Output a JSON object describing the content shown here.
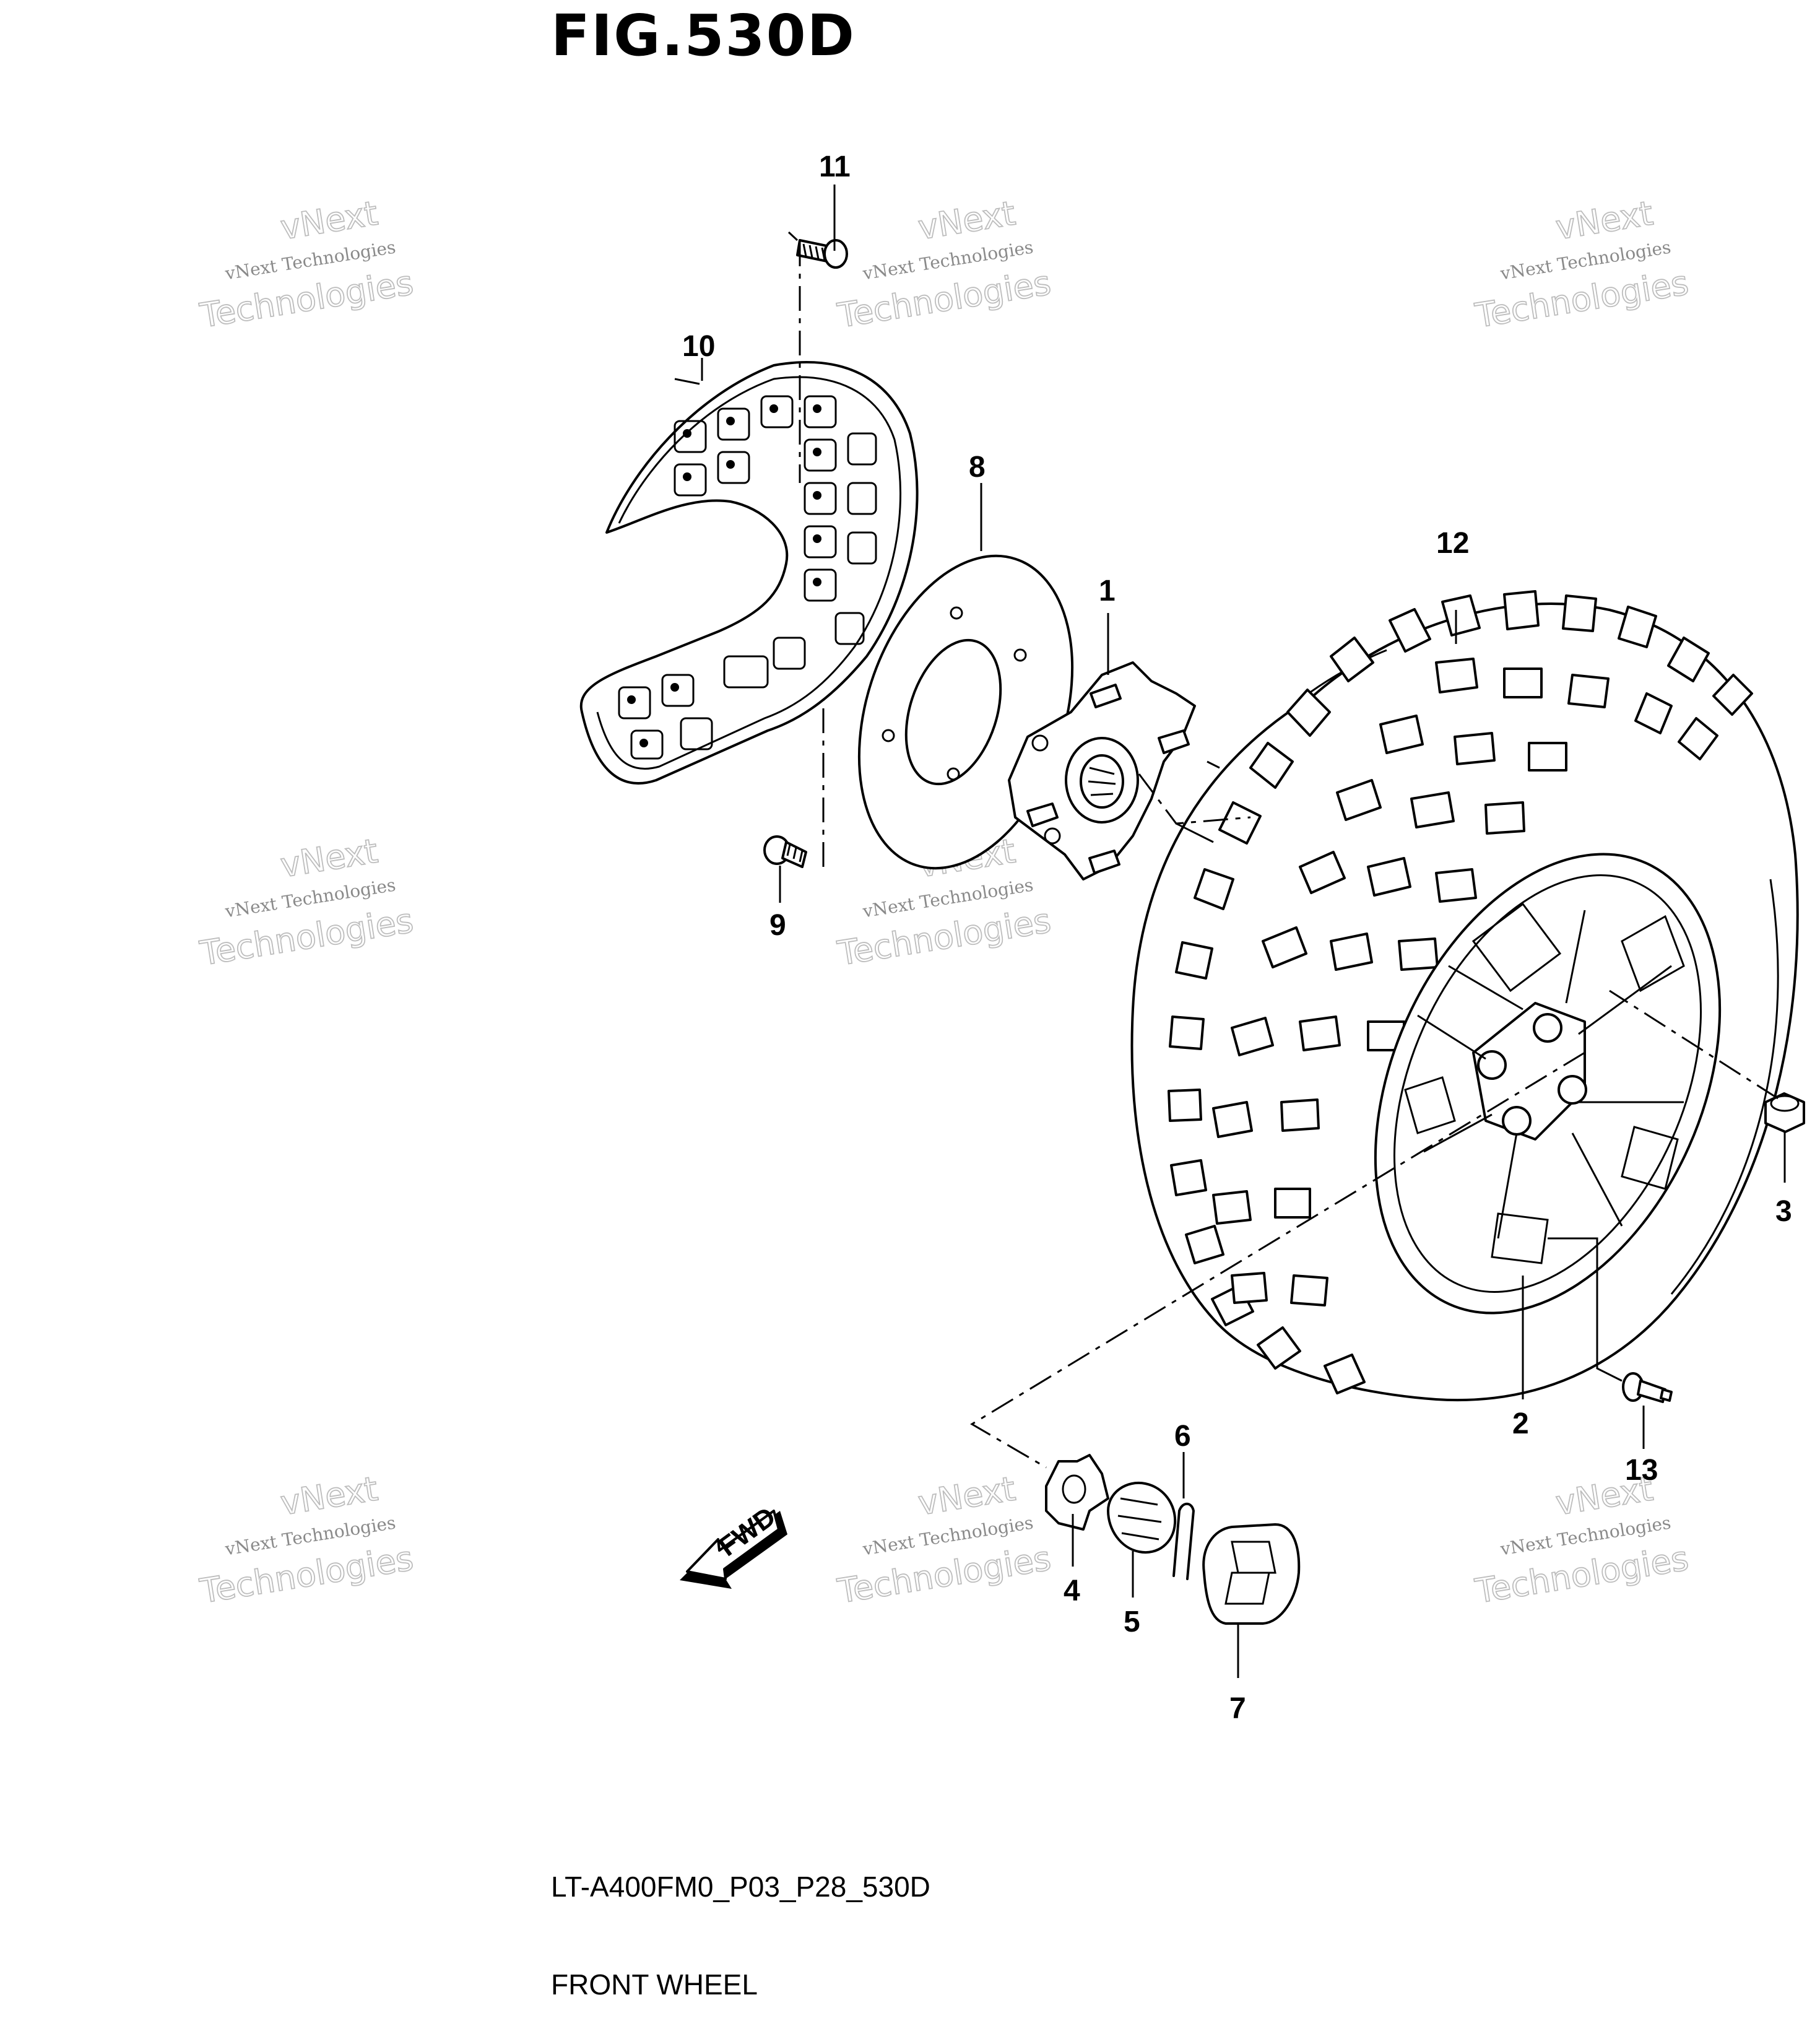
{
  "figure": {
    "title": "FIG.530D"
  },
  "footer": {
    "code": "LT-A400FM0_P03_P28_530D",
    "name": "FRONT WHEEL"
  },
  "watermark": {
    "line1": "vNext Technologies",
    "line2": "vNext",
    "line3": "Technologies"
  },
  "fwd_label": "FWD",
  "callouts": {
    "c1": "1",
    "c2": "2",
    "c3": "3",
    "c4": "4",
    "c5": "5",
    "c6": "6",
    "c7": "7",
    "c8": "8",
    "c9": "9",
    "c10": "10",
    "c11": "11",
    "c12": "12",
    "c13": "13"
  },
  "colors": {
    "line": "#000000",
    "background": "#ffffff",
    "watermark": "#9a9a9a"
  }
}
